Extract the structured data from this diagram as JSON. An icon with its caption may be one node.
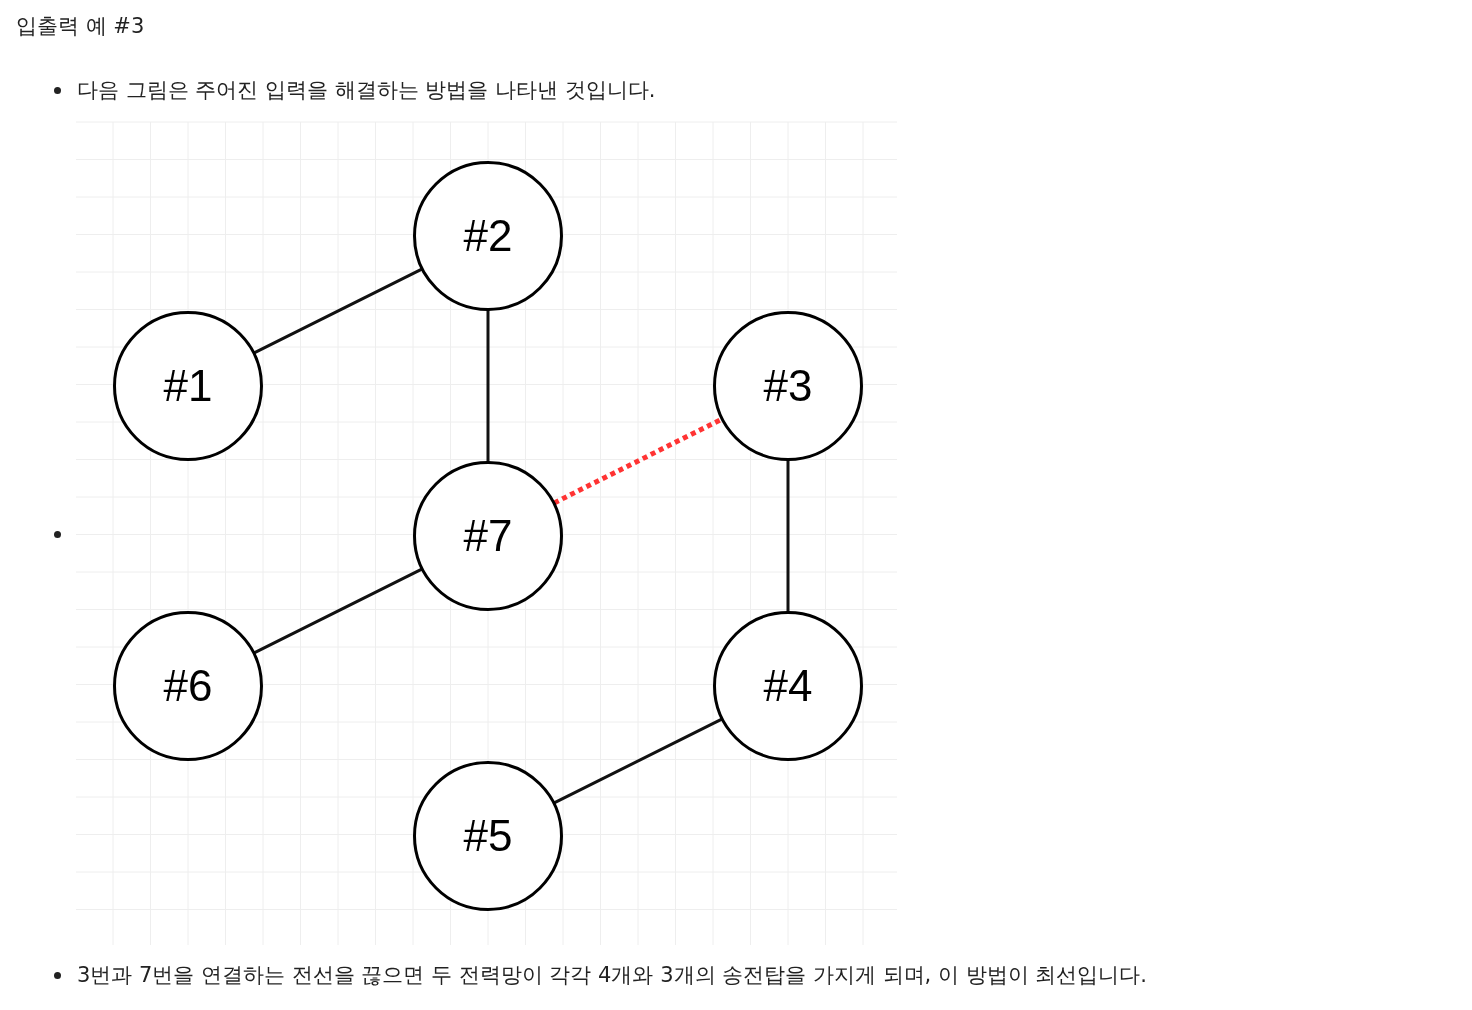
{
  "diagram": {
    "title": "입출력 예 #3",
    "nodes": [
      {
        "text": [
          "#2"
        ]
      },
      {
        "text": [
          "#1"
        ]
      },
      {
        "text": [
          "#3"
        ]
      },
      {
        "text": [
          "#7"
        ]
      },
      {
        "text": [
          "#6"
        ]
      },
      {
        "text": [
          "#4"
        ]
      },
      {
        "text": [
          "#5"
        ]
      }
    ],
    "edges": [
      {
        "from": 1,
        "to": 0,
        "arrow": "none"
      },
      {
        "from": 0,
        "to": 3,
        "arrow": "none"
      },
      {
        "from": 3,
        "to": 2,
        "arrow": "none",
        "style": "dashed",
        "color": "#ff3333"
      },
      {
        "from": 2,
        "to": 5,
        "arrow": "none"
      },
      {
        "from": 3,
        "to": 4,
        "arrow": "none"
      },
      {
        "from": 5,
        "to": 6,
        "arrow": "none"
      }
    ],
    "labels": [
      "다음 그림은 주어진 입력을 해결하는 방법을 나타낸 것입니다.",
      "3번과 7번을 연결하는 전선을 끊으면 두 전력망이 각각 4개와 3개의 송전탑을 가지게 되며, 이 방법이 최선입니다."
    ]
  }
}
